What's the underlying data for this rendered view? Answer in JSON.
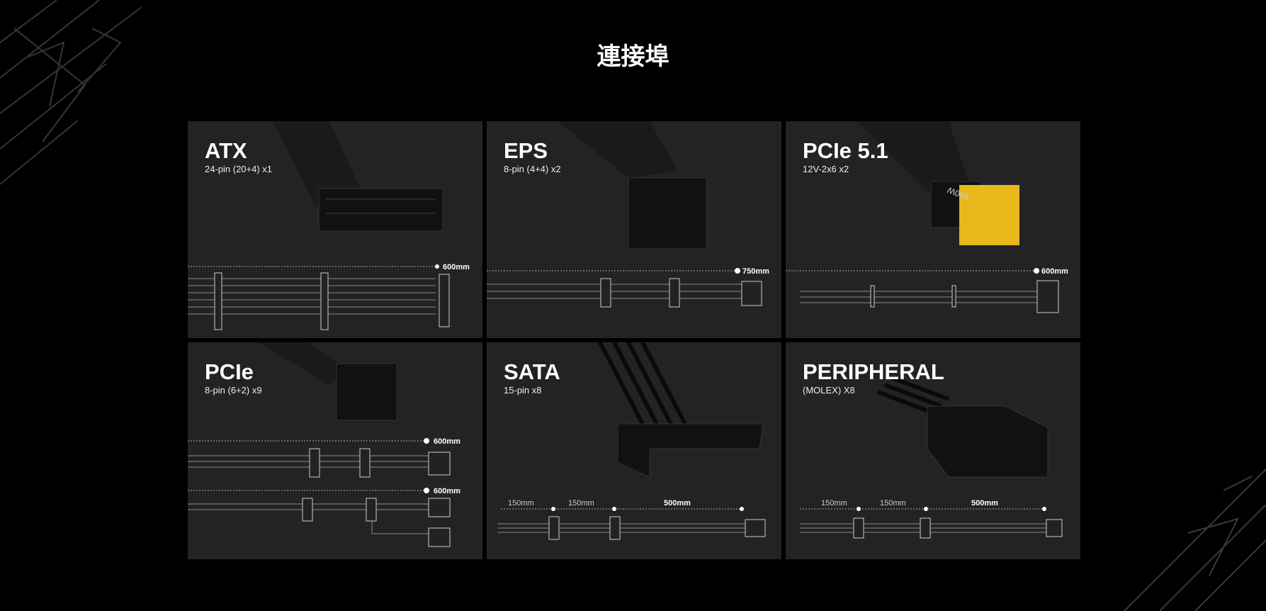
{
  "title": "連接埠",
  "cards": [
    {
      "name": "ATX",
      "spec": "24-pin (20+4) x1",
      "lengths": [
        "600mm"
      ]
    },
    {
      "name": "EPS",
      "spec": "8-pin (4+4) x2",
      "lengths": [
        "750mm"
      ]
    },
    {
      "name": "PCIe 5.1",
      "spec": "12V-2x6 x2",
      "lengths": [
        "600mm"
      ],
      "label": "600W",
      "accent": "#e8b81c"
    },
    {
      "name": "PCIe",
      "spec": "8-pin (6+2) x9",
      "lengths": [
        "600mm",
        "600mm"
      ]
    },
    {
      "name": "SATA",
      "spec": "15-pin x8",
      "lengths": [
        "150mm",
        "150mm",
        "500mm"
      ]
    },
    {
      "name": "PERIPHERAL",
      "spec": "(MOLEX) X8",
      "lengths": [
        "150mm",
        "150mm",
        "500mm"
      ]
    }
  ]
}
